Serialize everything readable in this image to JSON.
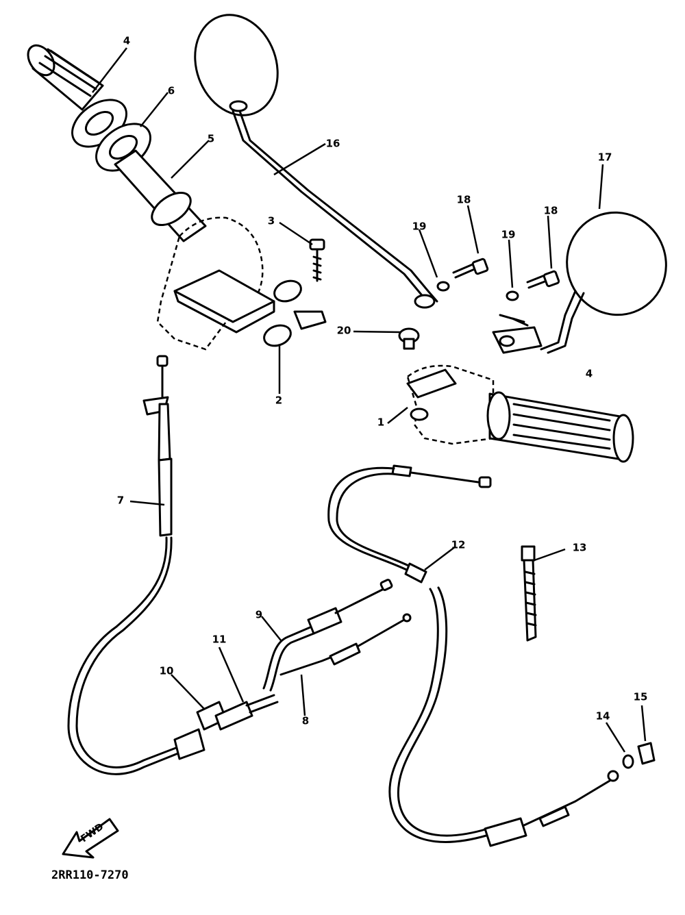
{
  "diagram": {
    "code": "2RR110-7270",
    "fwd_label": "FWD",
    "callouts": [
      {
        "id": "4a",
        "label": "4"
      },
      {
        "id": "6",
        "label": "6"
      },
      {
        "id": "5",
        "label": "5"
      },
      {
        "id": "16",
        "label": "16"
      },
      {
        "id": "17",
        "label": "17"
      },
      {
        "id": "18a",
        "label": "18"
      },
      {
        "id": "19a",
        "label": "19"
      },
      {
        "id": "18b",
        "label": "18"
      },
      {
        "id": "19b",
        "label": "19"
      },
      {
        "id": "3",
        "label": "3"
      },
      {
        "id": "20",
        "label": "20"
      },
      {
        "id": "2",
        "label": "2"
      },
      {
        "id": "4b",
        "label": "4"
      },
      {
        "id": "1",
        "label": "1"
      },
      {
        "id": "7",
        "label": "7"
      },
      {
        "id": "12",
        "label": "12"
      },
      {
        "id": "13",
        "label": "13"
      },
      {
        "id": "9",
        "label": "9"
      },
      {
        "id": "11",
        "label": "11"
      },
      {
        "id": "10",
        "label": "10"
      },
      {
        "id": "8",
        "label": "8"
      },
      {
        "id": "14",
        "label": "14"
      },
      {
        "id": "15",
        "label": "15"
      }
    ]
  }
}
